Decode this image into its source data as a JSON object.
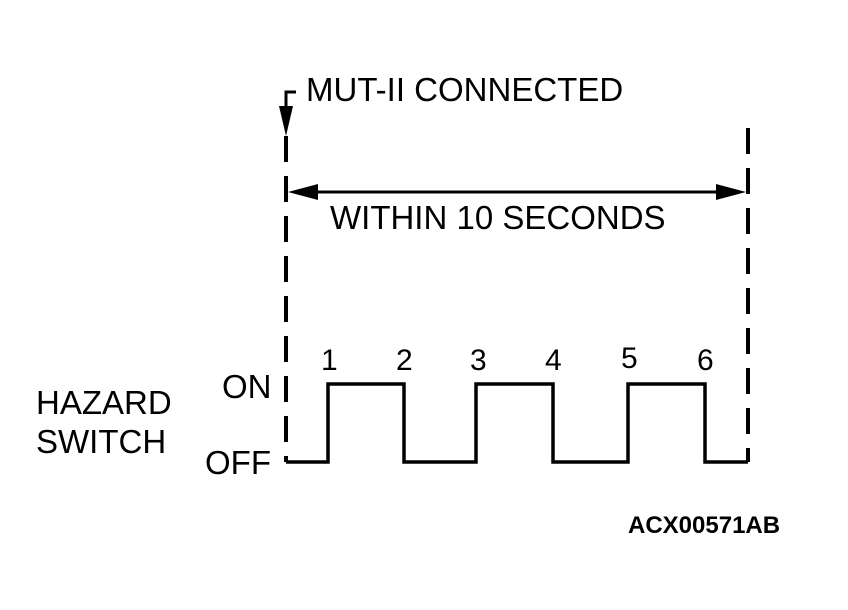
{
  "diagram": {
    "event_label": "MUT-II CONNECTED",
    "interval_label": "WITHIN 10 SECONDS",
    "signal_name_line1": "HAZARD",
    "signal_name_line2": "SWITCH",
    "level_on": "ON",
    "level_off": "OFF",
    "edges": [
      "1",
      "2",
      "3",
      "4",
      "5",
      "6"
    ],
    "figure_code": "ACX00571AB"
  }
}
